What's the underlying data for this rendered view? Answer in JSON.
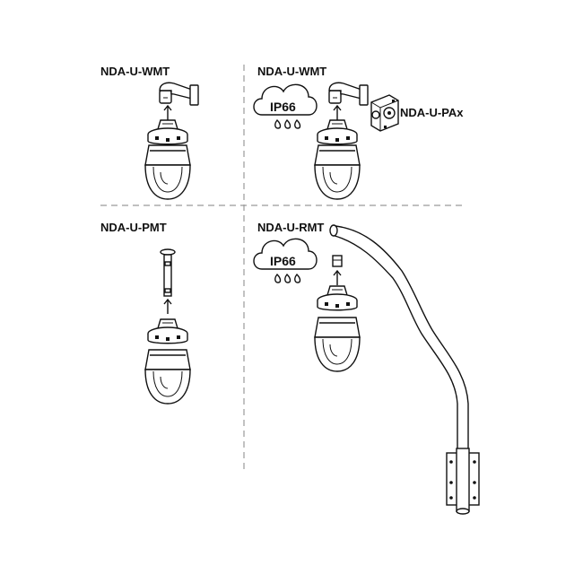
{
  "panels": {
    "top_left": {
      "label": "NDA-U-WMT"
    },
    "top_right": {
      "label": "NDA-U-WMT",
      "badge": "IP66",
      "accessory_label": "NDA-U-PAx"
    },
    "bottom_left": {
      "label": "NDA-U-PMT"
    },
    "bottom_right": {
      "label": "NDA-U-RMT",
      "badge": "IP66"
    }
  },
  "colors": {
    "ink": "#111111",
    "divider": "#9a9a9a",
    "background": "#ffffff"
  },
  "icons": [
    "wall-mount-arm-icon",
    "up-arrow-icon",
    "mount-adapter-icon",
    "dome-camera-icon",
    "ip66-cloud-icon",
    "power-adapter-box-icon",
    "pendant-pipe-icon",
    "roof-mount-pole-icon"
  ]
}
